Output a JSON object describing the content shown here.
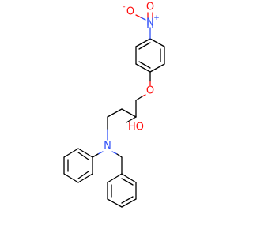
{
  "molecule": {
    "atoms": {
      "nitro_o_left": {
        "symbol": "O",
        "charge": "-",
        "color": "#ff0d0d"
      },
      "nitro_n": {
        "symbol": "N",
        "charge": "+",
        "color": "#3050f8"
      },
      "nitro_o_bottom": {
        "symbol": "O",
        "color": "#ff0d0d"
      },
      "ether_o": {
        "symbol": "O",
        "color": "#ff0d0d"
      },
      "hydroxyl": {
        "symbol": "HO",
        "color": "#ff0d0d"
      },
      "amine_n": {
        "symbol": "N",
        "color": "#3050f8"
      }
    }
  }
}
